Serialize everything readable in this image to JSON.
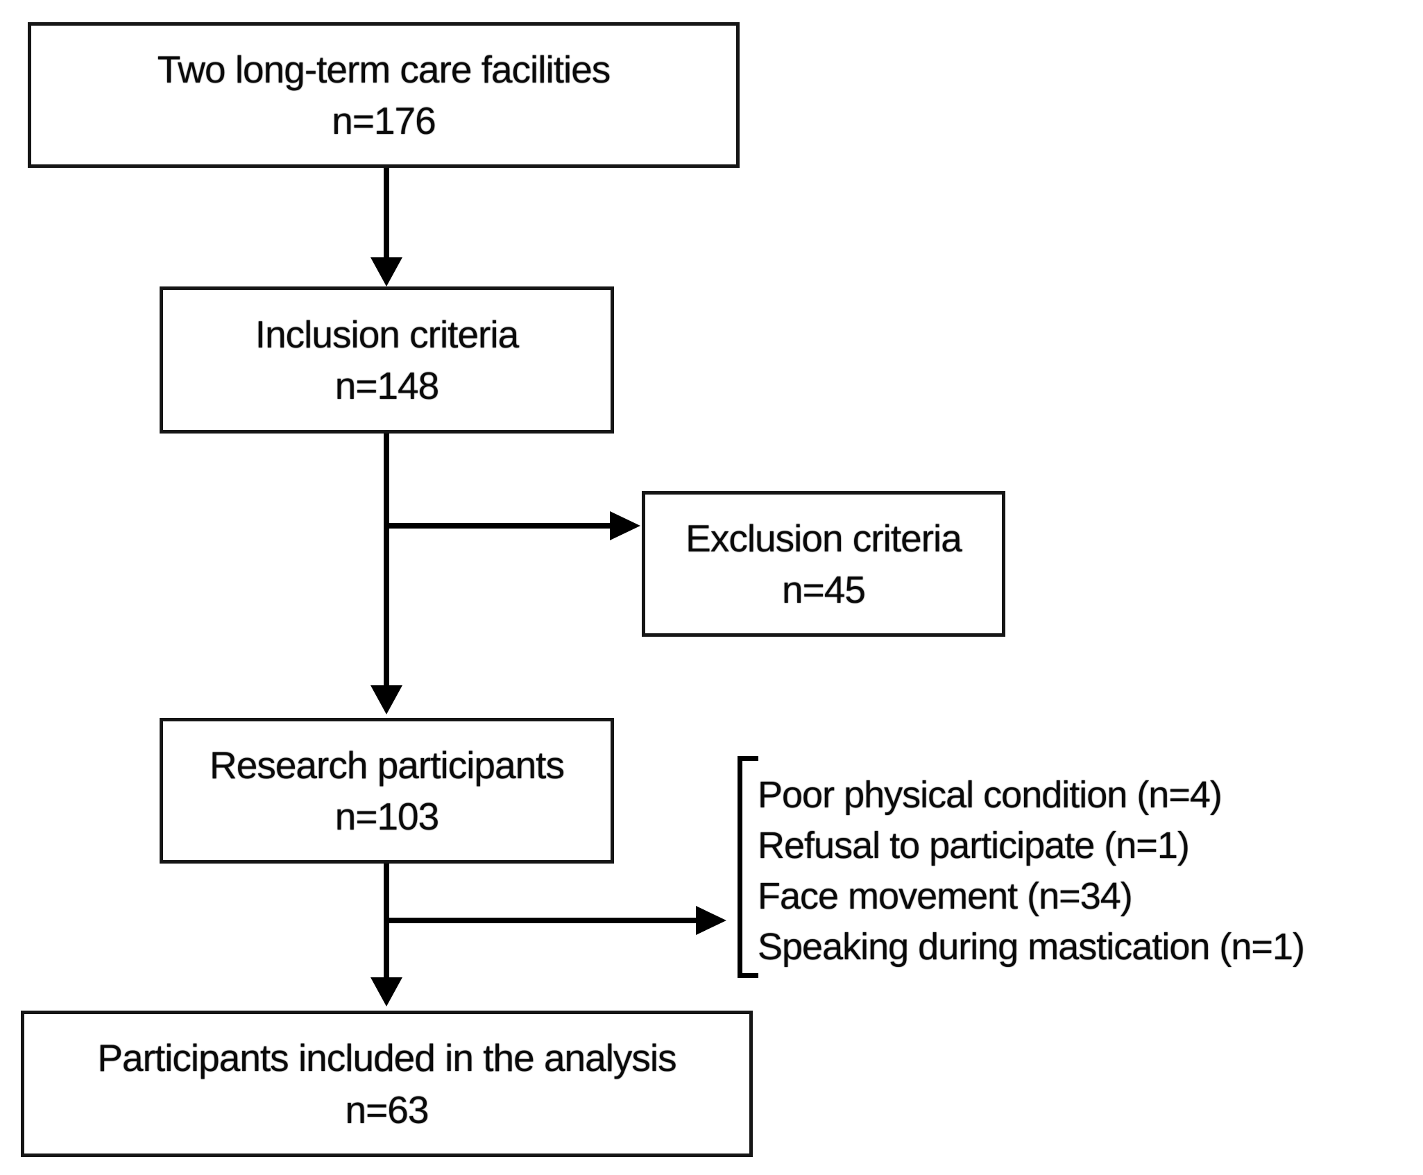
{
  "flow": {
    "boxes": [
      {
        "label": "Two long-term care facilities",
        "count": "n=176"
      },
      {
        "label": "Inclusion criteria",
        "count": "n=148"
      },
      {
        "label": "Exclusion criteria",
        "count": "n=45"
      },
      {
        "label": "Research participants",
        "count": "n=103"
      },
      {
        "label": "Participants included in the analysis",
        "count": "n=63"
      }
    ],
    "reasons": [
      "Poor physical condition (n=4)",
      "Refusal to participate (n=1)",
      "Face movement (n=34)",
      "Speaking during mastication (n=1)"
    ],
    "colors": {
      "line": "#000000",
      "text": "#0a0a0a",
      "background": "#ffffff"
    }
  }
}
